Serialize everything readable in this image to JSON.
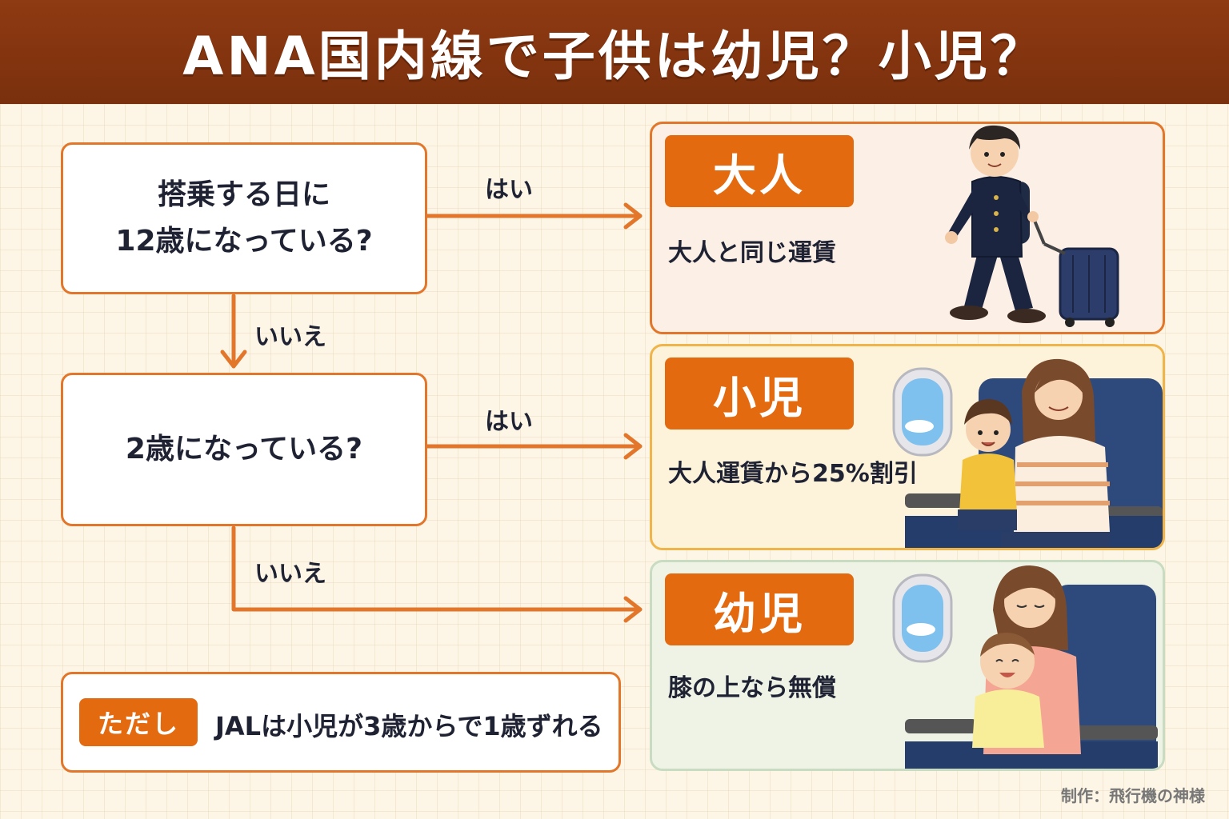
{
  "title": "ANA国内線で子供は幼児？小児？",
  "questions": [
    {
      "line1": "搭乗する日に",
      "line2": "12歳になっている?"
    },
    {
      "line1": "2歳になっている?"
    }
  ],
  "branch_labels": {
    "yes1": "はい",
    "no1": "いいえ",
    "yes2": "はい",
    "no2": "いいえ"
  },
  "results": [
    {
      "badge": "大人",
      "desc": "大人と同じ運賃",
      "bg": "#fcefe6"
    },
    {
      "badge": "小児",
      "desc": "大人運賃から25%割引",
      "bg": "#fdf3da"
    },
    {
      "badge": "幼児",
      "desc": "膝の上なら無償",
      "bg": "#eef3e6"
    }
  ],
  "note": {
    "tag": "ただし",
    "text": "JALは小児が3歳からで1歳ずれる"
  },
  "credit": "制作：飛行機の神様",
  "colors": {
    "accent": "#e46a10",
    "banner": "#8e3a12",
    "border": "#e2762a"
  }
}
